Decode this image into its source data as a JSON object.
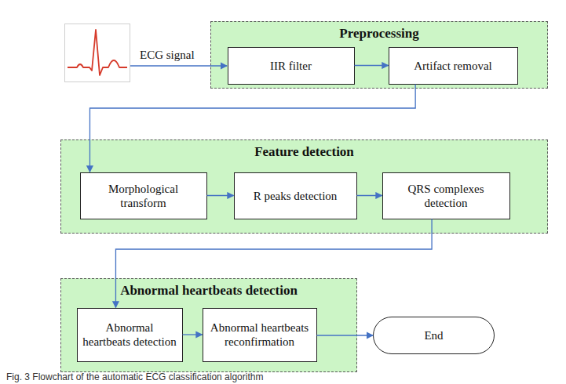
{
  "diagram": {
    "caption": "Fig. 3 Flowchart of the automatic ECG classification algorithm",
    "nodes": [
      {
        "text": [
          "Preprocessing"
        ]
      },
      {
        "text": [
          "IIR filter"
        ],
        "in": 0
      },
      {
        "text": [
          "Artifact removal"
        ],
        "in": 0
      },
      {
        "text": [
          "Feature detection"
        ]
      },
      {
        "text": [
          "Morphological transform"
        ],
        "in": 3
      },
      {
        "text": [
          "R peaks detection"
        ],
        "in": 3
      },
      {
        "text": [
          "QRS complexes detection"
        ],
        "in": 3
      },
      {
        "text": [
          "Abnormal heartbeats detection"
        ]
      },
      {
        "text": [
          "Abnormal heartbeats detection"
        ],
        "in": 7
      },
      {
        "text": [
          "Abnormal heartbeats reconfirmation"
        ],
        "in": 7
      },
      {
        "text": [
          "End"
        ]
      }
    ],
    "edges": [
      {
        "from": 1,
        "to": 2,
        "arrow": "to"
      },
      {
        "from": 2,
        "to": 4,
        "arrow": "to"
      },
      {
        "from": 4,
        "to": 5,
        "arrow": "to"
      },
      {
        "from": 5,
        "to": 6,
        "arrow": "to"
      },
      {
        "from": 6,
        "to": 8,
        "arrow": "to"
      },
      {
        "from": 8,
        "to": 9,
        "arrow": "to"
      },
      {
        "from": 9,
        "to": 10,
        "arrow": "to"
      }
    ],
    "labels": [
      "ECG signal"
    ]
  }
}
